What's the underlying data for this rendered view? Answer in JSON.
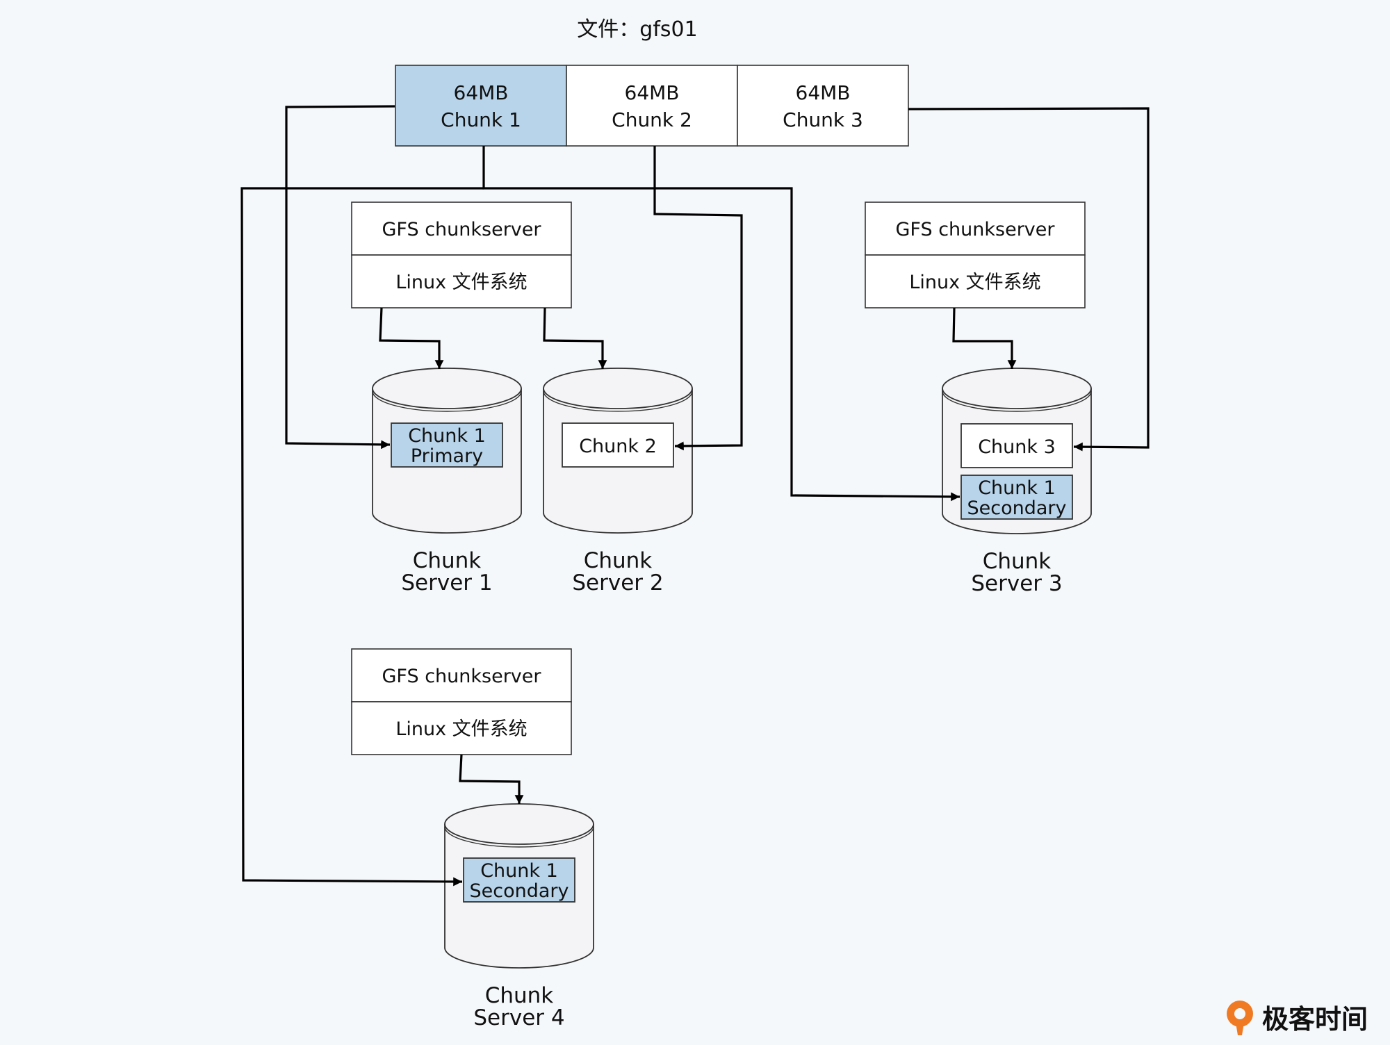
{
  "file_title": "文件：gfs01",
  "file_chunks": [
    {
      "size": "64MB",
      "name": "Chunk 1",
      "highlight": true
    },
    {
      "size": "64MB",
      "name": "Chunk 2",
      "highlight": false
    },
    {
      "size": "64MB",
      "name": "Chunk 3",
      "highlight": false
    }
  ],
  "stacks": [
    {
      "top": "GFS chunkserver",
      "bottom": "Linux 文件系统"
    },
    {
      "top": "GFS chunkserver",
      "bottom": "Linux 文件系统"
    },
    {
      "top": "GFS chunkserver",
      "bottom": "Linux 文件系统"
    }
  ],
  "servers": [
    {
      "line1": "Chunk",
      "line2": "Server 1"
    },
    {
      "line1": "Chunk",
      "line2": "Server 2"
    },
    {
      "line1": "Chunk",
      "line2": "Server 3"
    },
    {
      "line1": "Chunk",
      "line2": "Server 4"
    }
  ],
  "stored_chunks": [
    {
      "line1": "Chunk 1",
      "line2": "Primary",
      "highlight": true
    },
    {
      "line1": "Chunk 2",
      "line2": "",
      "highlight": false
    },
    {
      "line1": "Chunk 3",
      "line2": "",
      "highlight": false
    },
    {
      "line1": "Chunk 1",
      "line2": "Secondary",
      "highlight": true
    },
    {
      "line1": "Chunk 1",
      "line2": "Secondary",
      "highlight": true
    }
  ],
  "brand": {
    "name": "极客时间",
    "icon": "geektime-logo-icon"
  },
  "colors": {
    "highlight": "#b8d4ea",
    "box": "#ffffff",
    "cylinder": "#f4f4f6",
    "stroke": "#333333",
    "brand": "#f07a24"
  }
}
